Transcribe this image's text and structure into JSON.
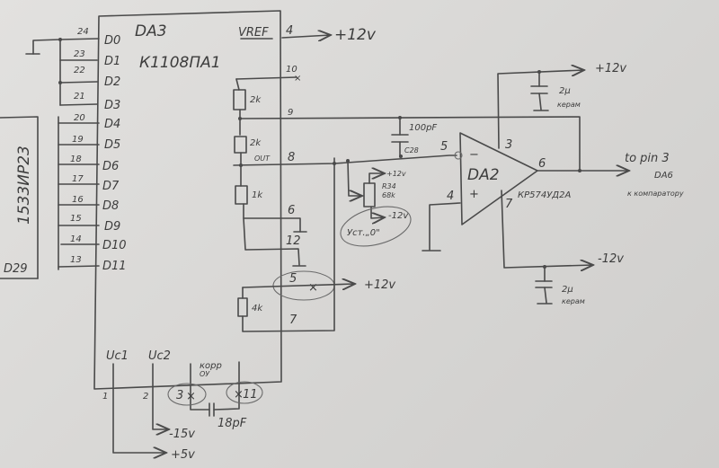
{
  "da3": {
    "ref": "DA3",
    "part": "К1108ПА1",
    "vref_label": "VREF",
    "vref_pin": "4",
    "vref_supply": "+12v",
    "inputs": [
      {
        "pin": "24",
        "label": "D0"
      },
      {
        "pin": "23",
        "label": "D1"
      },
      {
        "pin": "22",
        "label": "D2"
      },
      {
        "pin": "21",
        "label": "D3"
      },
      {
        "pin": "20",
        "label": "D4"
      },
      {
        "pin": "19",
        "label": "D5"
      },
      {
        "pin": "18",
        "label": "D6"
      },
      {
        "pin": "17",
        "label": "D7"
      },
      {
        "pin": "16",
        "label": "D8"
      },
      {
        "pin": "15",
        "label": "D9"
      },
      {
        "pin": "14",
        "label": "D10"
      },
      {
        "pin": "13",
        "label": "D11"
      }
    ],
    "pin10": "10",
    "pin9": "9",
    "out_label": "OUT",
    "pin8": "8",
    "pin6": "6",
    "pin12": "12",
    "pin5": "5",
    "pin5_supply": "+12v",
    "pin7": "7",
    "resistors": [
      "2k",
      "2k",
      "1k",
      "4k"
    ],
    "uc1_label": "Uc1",
    "uc1_pin": "1",
    "uc1_supply": "+5v",
    "uc2_label": "Uc2",
    "uc2_pin": "2",
    "uc2_supply": "-15v",
    "corr_label_1": "корр",
    "corr_label_2": "ОУ",
    "corr_pin_a": "3",
    "corr_pin_b": "11",
    "corr_cap": "18pF"
  },
  "register": {
    "part": "1533ИР23",
    "ref": "D29"
  },
  "feedback_cap": {
    "value": "100pF",
    "ref": "C28"
  },
  "trim": {
    "ref": "R34",
    "value": "68k",
    "top_supply": "+12v",
    "bottom_supply": "-12v",
    "note": "Уст.„0\""
  },
  "da2": {
    "ref": "DA2",
    "part": "КР574УД2А",
    "pin_inv": "5",
    "pin_noninv": "4",
    "pin_vpos": "3",
    "pin_vneg": "7",
    "pin_out": "6",
    "minus": "−",
    "plus": "+",
    "vpos_supply": "+12v",
    "vneg_supply": "-12v",
    "decoupling_value": "2µ",
    "decoupling_type": "керам",
    "output_note_1": "to pin 3",
    "output_note_2": "DA6",
    "output_note_3": "к компаратору"
  }
}
